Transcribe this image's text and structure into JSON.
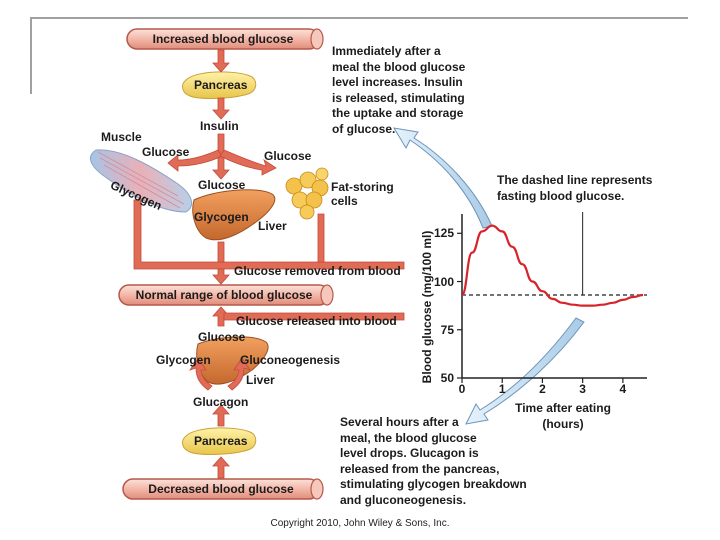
{
  "diagram": {
    "pills": {
      "increased": "Increased blood glucose",
      "normal": "Normal range of blood glucose",
      "decreased": "Decreased blood glucose"
    },
    "labels": {
      "pancreas_top": "Pancreas",
      "insulin": "Insulin",
      "muscle": "Muscle",
      "glucose_muscle": "Glucose",
      "glycogen_muscle": "Glycogen",
      "glucose_fat": "Glucose",
      "fat_cells": "Fat-storing\ncells",
      "glucose_liver": "Glucose",
      "glycogen_liver": "Glycogen",
      "liver_top": "Liver",
      "glucose_removed": "Glucose removed from blood",
      "glucose_released": "Glucose released into blood",
      "glucose_bottom": "Glucose",
      "glycogen_bottom": "Glycogen",
      "gluconeogenesis": "Gluconeogenesis",
      "liver_bottom": "Liver",
      "glucagon": "Glucagon",
      "pancreas_bottom": "Pancreas"
    },
    "notes": {
      "insulin_note": "Immediately after a\nmeal the blood glucose\nlevel increases. Insulin\nis released, stimulating\nthe uptake and storage\nof glucose.",
      "dashed_note": "The dashed line represents\nfasting blood glucose.",
      "glucagon_note": "Several hours after a\nmeal, the blood glucose\nlevel drops. Glucagon is\nreleased from the pancreas,\nstimulating glycogen breakdown\nand gluconeogenesis."
    },
    "copyright": "Copyright 2010, John Wiley & Sons, Inc."
  },
  "chart_data": {
    "type": "line",
    "xlabel": "Time after eating\n(hours)",
    "ylabel": "Blood glucose (mg/100 ml)",
    "x_ticks": [
      0,
      1,
      2,
      3,
      4
    ],
    "y_ticks": [
      50,
      75,
      100,
      125
    ],
    "xlim": [
      0,
      4.6
    ],
    "ylim": [
      50,
      135
    ],
    "fasting_level": 93,
    "series": [
      {
        "x": [
          0,
          0.25,
          0.5,
          0.75,
          1.0,
          1.25,
          1.5,
          1.75,
          2.0,
          2.25,
          2.5,
          2.75,
          3.0,
          3.25,
          3.5,
          3.75,
          4.0,
          4.25,
          4.5
        ],
        "y": [
          93,
          115,
          126,
          129,
          126,
          118,
          109,
          100,
          95,
          91,
          89,
          88,
          87.5,
          87.5,
          88,
          89,
          90.5,
          92,
          93
        ]
      }
    ],
    "marker_x": 3.0,
    "colors": {
      "curve": "#d6242b",
      "axis": "#222222"
    }
  }
}
